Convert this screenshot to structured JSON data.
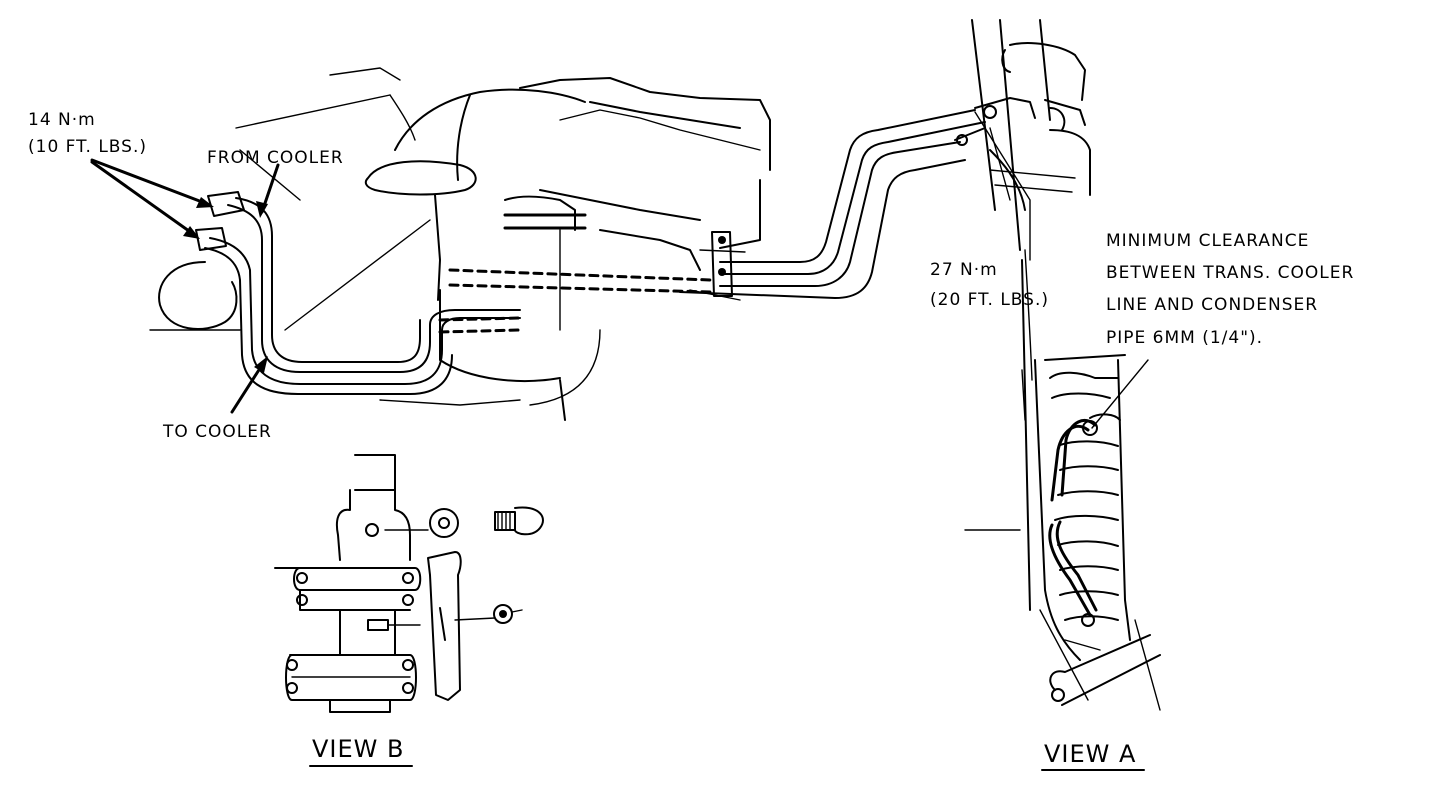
{
  "labels": {
    "torque_1_nm": "14 N·m",
    "torque_1_ftlbs": "(10 FT. LBS.)",
    "from_cooler": "FROM COOLER",
    "to_cooler": "TO COOLER",
    "torque_2_nm": "27 N·m",
    "torque_2_ftlbs": "(20 FT. LBS.)",
    "clearance_line1": "MINIMUM CLEARANCE",
    "clearance_line2": "BETWEEN TRANS. COOLER",
    "clearance_line3": "LINE AND CONDENSER",
    "clearance_line4": "PIPE  6MM (1/4\").",
    "view_b": "VIEW B",
    "view_a": "VIEW A"
  },
  "colors": {
    "ink": "#000000",
    "paper": "#ffffff"
  }
}
